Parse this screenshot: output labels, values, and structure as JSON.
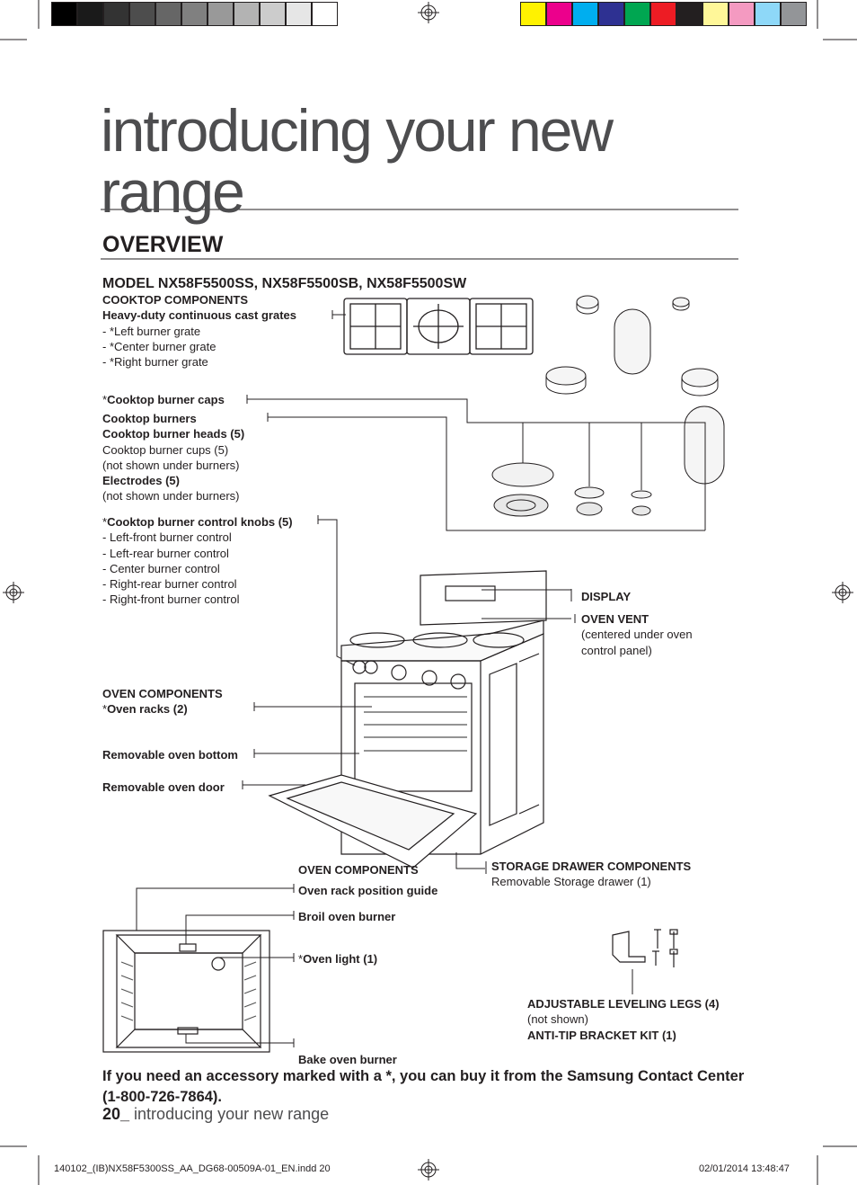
{
  "page": {
    "title_line1": "introducing your new",
    "title_line2": "range",
    "section": "OVERVIEW",
    "model": "MODEL NX58F5500SS, NX58F5500SB, NX58F5500SW"
  },
  "colors": {
    "gray_bar": [
      "#000000",
      "#1a1a1a",
      "#333333",
      "#4d4d4d",
      "#666666",
      "#808080",
      "#999999",
      "#b3b3b3",
      "#cccccc",
      "#e6e6e6",
      "#ffffff"
    ],
    "color_bar": [
      "#fff200",
      "#ec008c",
      "#00aeef",
      "#2e3192",
      "#00a651",
      "#ed1c24",
      "#231f20",
      "#fff799",
      "#f49ac1",
      "#8ed8f8",
      "#939598"
    ]
  },
  "cooktop": {
    "heading": "COOKTOP COMPONENTS",
    "grates": "Heavy-duty continuous cast grates",
    "grate_items": [
      "- *Left burner grate",
      "- *Center burner grate",
      "- *Right burner grate"
    ],
    "caps_star": "*",
    "caps": "Cooktop burner caps",
    "burners": "Cooktop burners",
    "heads": "Cooktop burner heads (5)",
    "cups": "Cooktop burner cups (5)",
    "cups_note": "(not shown under burners)",
    "electrodes": "Electrodes (5)",
    "electrodes_note": "(not shown under burners)",
    "knobs_star": "*",
    "knobs": "Cooktop burner control knobs (5)",
    "knob_items": [
      "- Left-front burner control",
      "- Left-rear burner control",
      "- Center burner control",
      "- Right-rear burner control",
      "- Right-front burner control"
    ]
  },
  "display": {
    "display": "DISPLAY",
    "vent": "OVEN VENT",
    "vent_note1": "(centered under oven",
    "vent_note2": "control panel)"
  },
  "oven": {
    "heading": "OVEN COMPONENTS",
    "racks_star": "*",
    "racks": "Oven racks (2)",
    "bottom": "Removable oven bottom",
    "door": "Removable oven door"
  },
  "oven2": {
    "heading": "OVEN COMPONENTS",
    "guide": "Oven rack position guide",
    "broil": "Broil oven burner",
    "light_star": "*",
    "light": "Oven light (1)",
    "bake": "Bake oven burner"
  },
  "storage": {
    "heading": "STORAGE DRAWER COMPONENTS",
    "drawer": "Removable Storage drawer (1)"
  },
  "legs": {
    "legs": "ADJUSTABLE LEVELING LEGS (4)",
    "legs_note": "(not shown)",
    "kit": "ANTI-TIP BRACKET KIT (1)"
  },
  "note": "If you need an accessory marked with a *, you can buy it from the Samsung Contact Center (1-800-726-7864).",
  "footer": {
    "page_num": "20_",
    "text": " introducing your new range"
  },
  "slug": {
    "file": "140102_(IB)NX58F5300SS_AA_DG68-00509A-01_EN.indd   20",
    "date": "02/01/2014   13:48:47"
  }
}
